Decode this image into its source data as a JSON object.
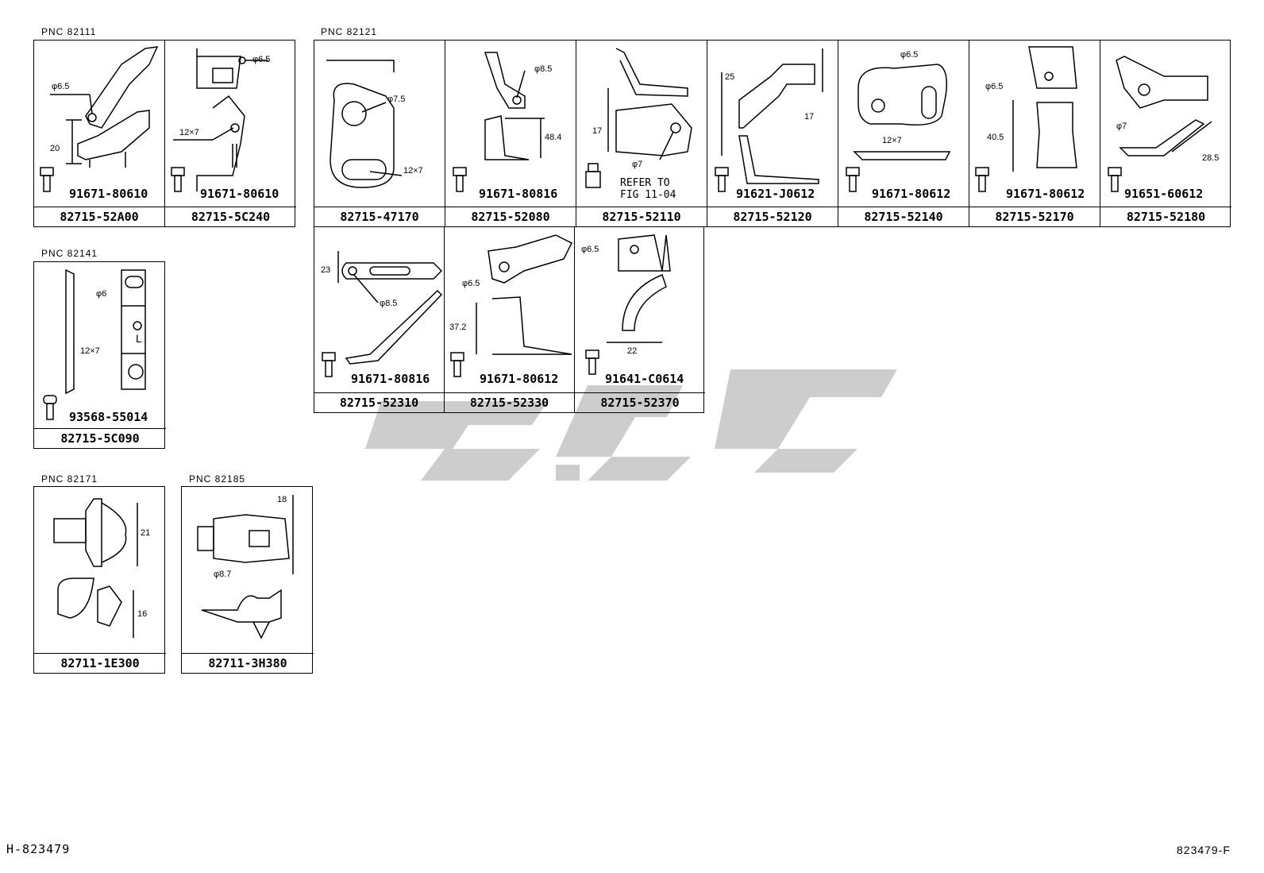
{
  "groups": [
    {
      "pnc": "PNC  82111",
      "cells": [
        {
          "part": "82715-52A00",
          "bolt": "91671-80610",
          "dims": [
            "φ6.5",
            "20"
          ]
        },
        {
          "part": "82715-5C240",
          "bolt": "91671-80610",
          "dims": [
            "φ6.5",
            "12×7"
          ]
        }
      ]
    },
    {
      "pnc": "PNC  82121",
      "cells": [
        {
          "part": "82715-47170",
          "bolt": "",
          "dims": [
            "φ7.5",
            "12×7"
          ]
        },
        {
          "part": "82715-52080",
          "bolt": "91671-80816",
          "dims": [
            "φ8.5",
            "48.4"
          ]
        },
        {
          "part": "82715-52110",
          "bolt": "",
          "dims": [
            "17",
            "φ7"
          ],
          "note": [
            "REFER TO",
            "FIG 11-04"
          ]
        },
        {
          "part": "82715-52120",
          "bolt": "91621-J0612",
          "dims": [
            "25",
            "17"
          ]
        },
        {
          "part": "82715-52140",
          "bolt": "91671-80612",
          "dims": [
            "φ6.5",
            "12×7"
          ]
        },
        {
          "part": "82715-52170",
          "bolt": "91671-80612",
          "dims": [
            "φ6.5",
            "40.5"
          ]
        },
        {
          "part": "82715-52180",
          "bolt": "91651-60612",
          "dims": [
            "φ7",
            "28.5"
          ]
        }
      ],
      "row2": [
        {
          "part": "82715-52310",
          "bolt": "91671-80816",
          "dims": [
            "23",
            "φ8.5"
          ]
        },
        {
          "part": "82715-52330",
          "bolt": "91671-80612",
          "dims": [
            "φ6.5",
            "37.2"
          ]
        },
        {
          "part": "82715-52370",
          "bolt": "91641-C0614",
          "dims": [
            "φ6.5",
            "22"
          ]
        }
      ]
    },
    {
      "pnc": "PNC  82141",
      "cells": [
        {
          "part": "82715-5C090",
          "bolt": "93568-55014",
          "dims": [
            "φ6",
            "12×7",
            "L"
          ]
        }
      ]
    },
    {
      "pnc": "PNC  82171",
      "cells": [
        {
          "part": "82711-1E300",
          "bolt": "",
          "dims": [
            "21",
            "16"
          ]
        }
      ]
    },
    {
      "pnc": "PNC  82185",
      "cells": [
        {
          "part": "82711-3H380",
          "bolt": "",
          "dims": [
            "18",
            "φ8.7"
          ]
        }
      ]
    }
  ],
  "footer": {
    "left": "H-823479",
    "right": "823479-F"
  },
  "colors": {
    "ink": "#000000",
    "watermark": "#c8c8c8"
  }
}
